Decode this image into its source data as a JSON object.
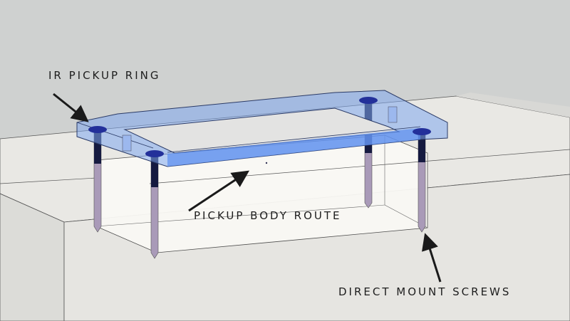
{
  "labels": {
    "ring": "IR PICKUP RING",
    "route": "PICKUP BODY ROUTE",
    "screws": "DIRECT MOUNT SCREWS"
  },
  "colors": {
    "background": "#cfd1d0",
    "body_top": "#e9e8e4",
    "route": "#faf9f5",
    "ring": "#7fa8ee",
    "screw_head": "#23309a",
    "screw_shaft": "#a99ab8"
  }
}
